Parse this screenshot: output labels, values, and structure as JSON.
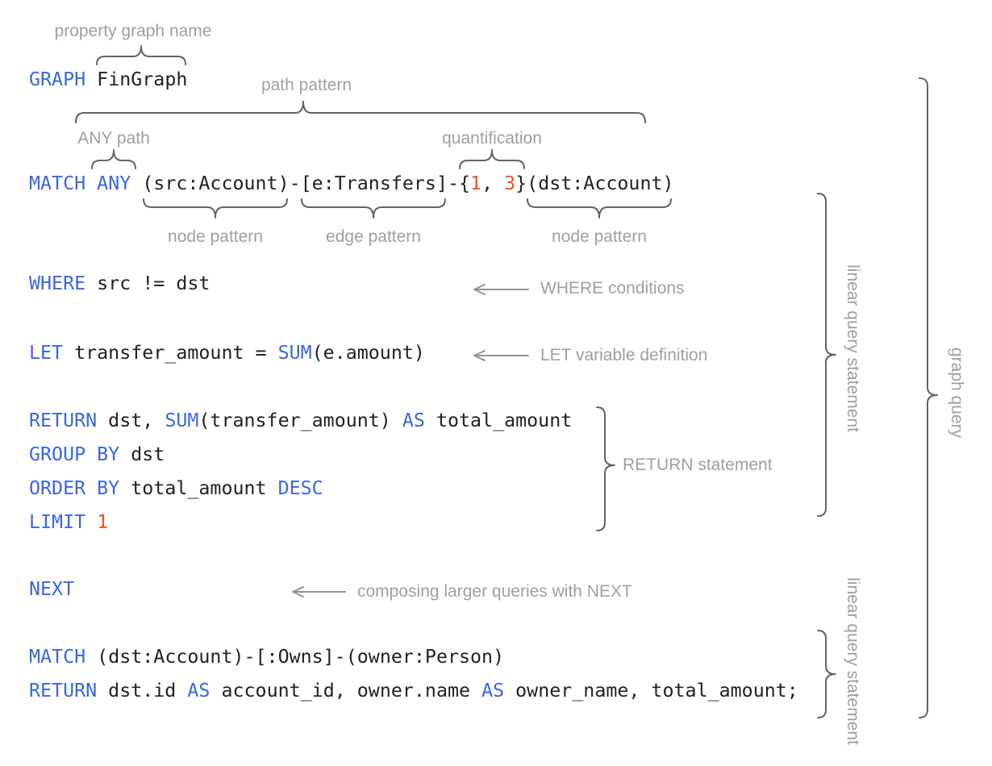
{
  "palette": {
    "background": "#FFFFFF",
    "keyword": "#3B66E0",
    "number": "#F4511E",
    "code": "#202124",
    "label": "#9AA0A6",
    "brace": "#5F6368",
    "arrow": "#8E9499"
  },
  "code": {
    "lines": {
      "graph": {
        "segments": [
          {
            "t": "GRAPH",
            "c": "kw"
          },
          {
            "t": " FinGraph",
            "c": "pl"
          }
        ]
      },
      "match1": {
        "segments": [
          {
            "t": "MATCH",
            "c": "kw"
          },
          {
            "t": " ",
            "c": "pl"
          },
          {
            "t": "ANY",
            "c": "kw"
          },
          {
            "t": " (src:Account)-[e:Transfers]-{",
            "c": "pl"
          },
          {
            "t": "1",
            "c": "num"
          },
          {
            "t": ", ",
            "c": "pl"
          },
          {
            "t": "3",
            "c": "num"
          },
          {
            "t": "}(dst:Account)",
            "c": "pl"
          }
        ]
      },
      "where": {
        "segments": [
          {
            "t": "WHERE",
            "c": "kw"
          },
          {
            "t": " src != dst",
            "c": "pl"
          }
        ]
      },
      "let": {
        "segments": [
          {
            "t": "LET",
            "c": "kw"
          },
          {
            "t": " transfer_amount = ",
            "c": "pl"
          },
          {
            "t": "SUM",
            "c": "kw"
          },
          {
            "t": "(e.amount)",
            "c": "pl"
          }
        ]
      },
      "return1": {
        "segments": [
          {
            "t": "RETURN",
            "c": "kw"
          },
          {
            "t": " dst, ",
            "c": "pl"
          },
          {
            "t": "SUM",
            "c": "kw"
          },
          {
            "t": "(transfer_amount) ",
            "c": "pl"
          },
          {
            "t": "AS",
            "c": "kw"
          },
          {
            "t": " total_amount",
            "c": "pl"
          }
        ]
      },
      "group_by": {
        "segments": [
          {
            "t": "GROUP BY",
            "c": "kw"
          },
          {
            "t": " dst",
            "c": "pl"
          }
        ]
      },
      "order_by": {
        "segments": [
          {
            "t": "ORDER BY",
            "c": "kw"
          },
          {
            "t": " total_amount ",
            "c": "pl"
          },
          {
            "t": "DESC",
            "c": "kw"
          }
        ]
      },
      "limit": {
        "segments": [
          {
            "t": "LIMIT",
            "c": "kw"
          },
          {
            "t": " ",
            "c": "pl"
          },
          {
            "t": "1",
            "c": "num"
          }
        ]
      },
      "next": {
        "segments": [
          {
            "t": "NEXT",
            "c": "kw"
          }
        ]
      },
      "match2": {
        "segments": [
          {
            "t": "MATCH",
            "c": "kw"
          },
          {
            "t": " (dst:Account)-[:Owns]-(owner:Person)",
            "c": "pl"
          }
        ]
      },
      "return2": {
        "segments": [
          {
            "t": "RETURN",
            "c": "kw"
          },
          {
            "t": " dst.id ",
            "c": "pl"
          },
          {
            "t": "AS",
            "c": "kw"
          },
          {
            "t": " account_id, owner.name ",
            "c": "pl"
          },
          {
            "t": "AS",
            "c": "kw"
          },
          {
            "t": " owner_name, total_amount;",
            "c": "pl"
          }
        ]
      }
    }
  },
  "labels": {
    "property_graph_name": "property graph name",
    "path_pattern": "path pattern",
    "any_path": "ANY path",
    "quantification": "quantification",
    "node_pattern_left": "node pattern",
    "edge_pattern": "edge pattern",
    "node_pattern_right": "node pattern",
    "where_conditions": "WHERE conditions",
    "let_variable_definition": "LET variable definition",
    "return_statement": "RETURN statement",
    "composing_next": "composing larger queries with NEXT",
    "linear_query_statement_top": "linear query statement",
    "linear_query_statement_bottom": "linear query statement",
    "graph_query": "graph query"
  }
}
